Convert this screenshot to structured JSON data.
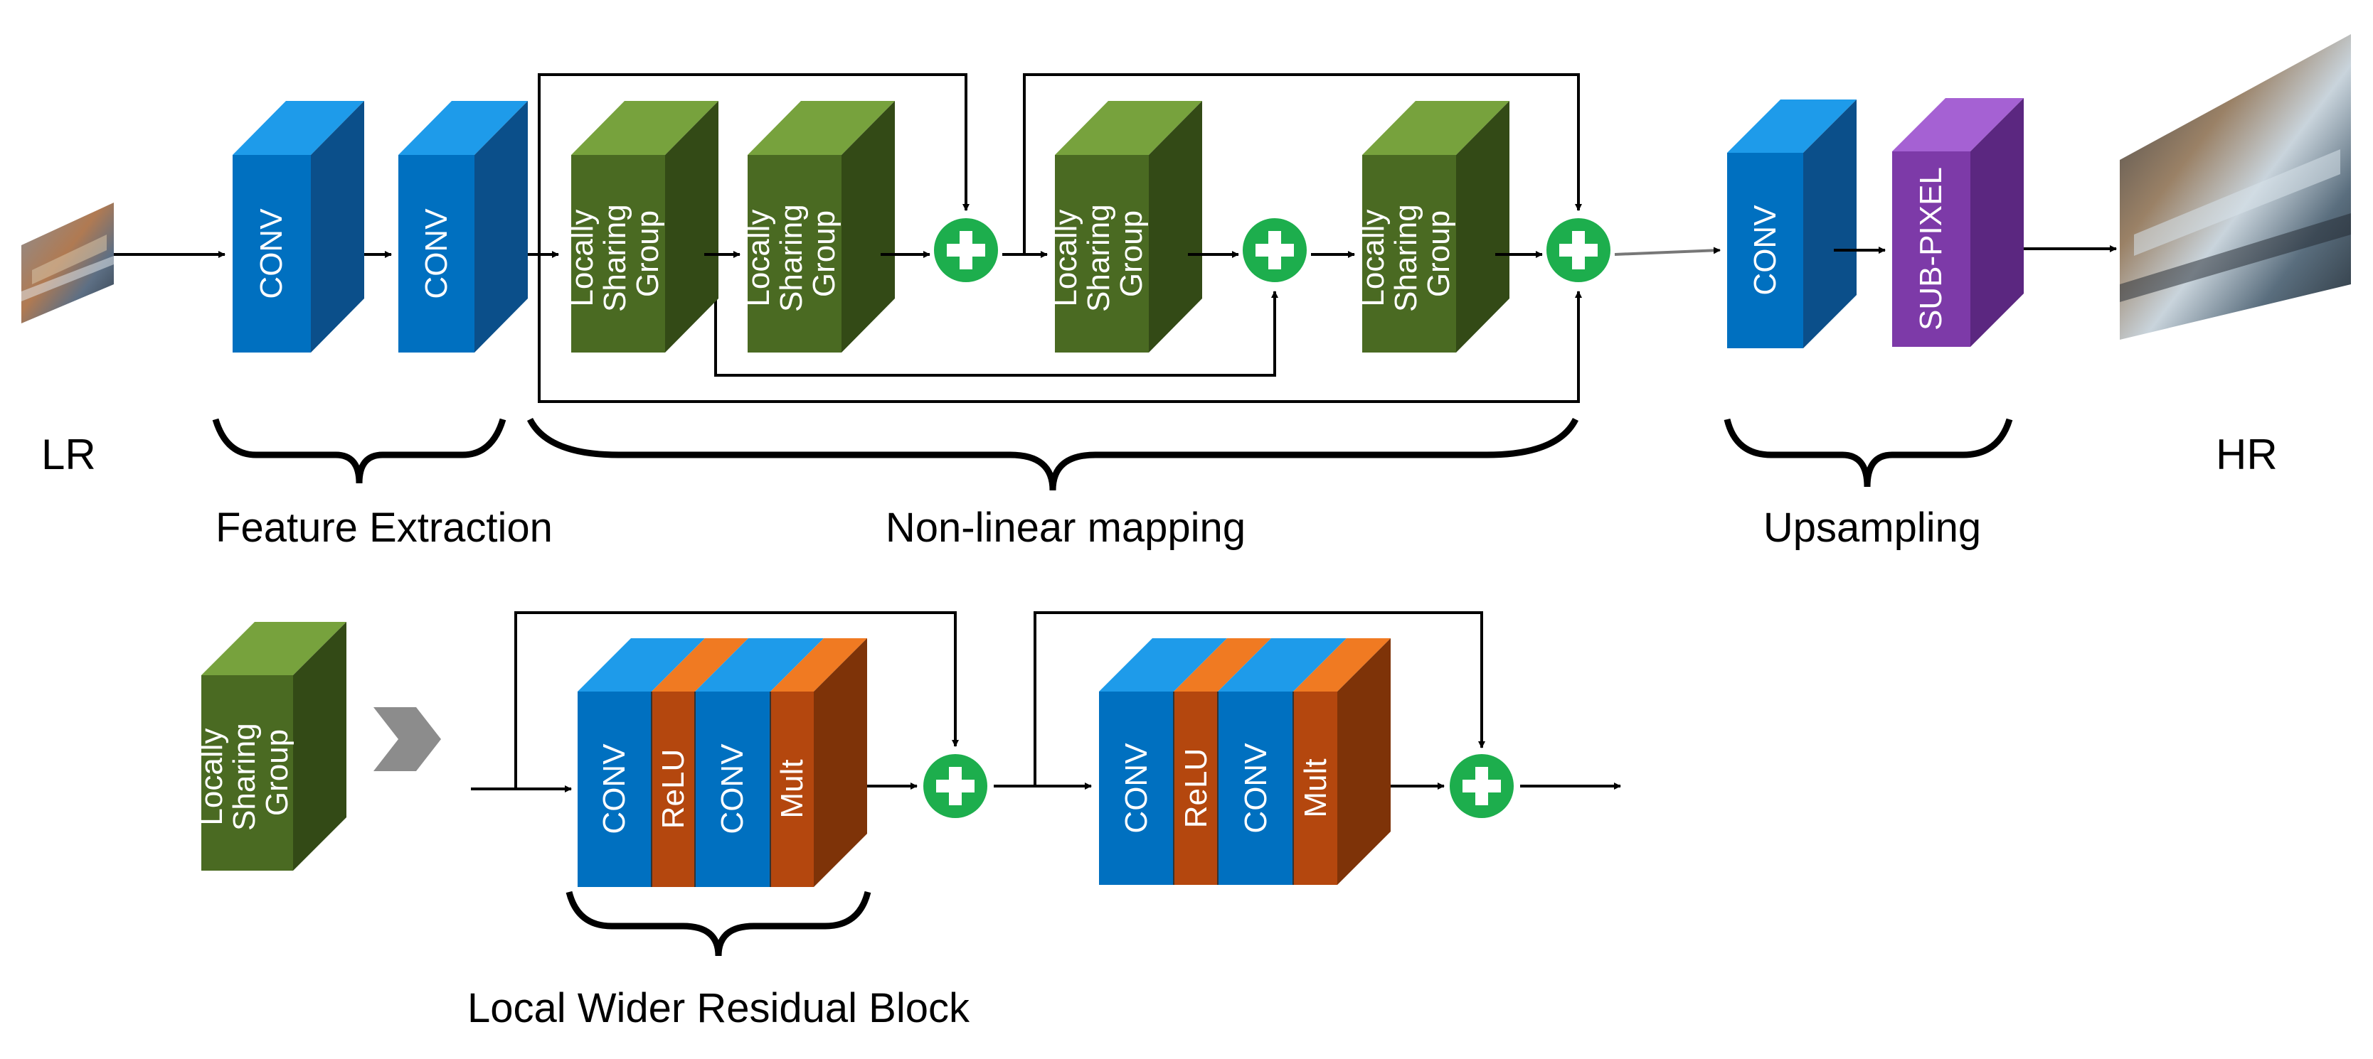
{
  "labels": {
    "lr": "LR",
    "hr": "HR",
    "feature_extraction": "Feature Extraction",
    "non_linear_mapping": "Non-linear mapping",
    "upsampling": "Upsampling",
    "local_wider_residual_block": "Local Wider Residual Block"
  },
  "blocks": {
    "conv": "CONV",
    "subpixel": "SUB-PIXEL",
    "relu": "ReLU",
    "mult": "Mult",
    "lsg_line1": "Locally",
    "lsg_line2": "Sharing",
    "lsg_line3": "Group"
  },
  "colors": {
    "conv_front": "#0070C0",
    "conv_top": "#1E9BEA",
    "conv_side": "#0B4F8A",
    "lsg_front": "#4A6A22",
    "lsg_top": "#77A23D",
    "lsg_side": "#334A16",
    "subpixel_front": "#7D3AA8",
    "subpixel_top": "#A561D3",
    "subpixel_side": "#5B2780",
    "relu_front": "#B4470E",
    "relu_top": "#F07A22",
    "relu_side": "#7E3308",
    "plus_fill": "#1DAE4D",
    "chevron": "#8C8C8C"
  },
  "icons": {
    "add": "plus-circle-icon",
    "next": "chevron-right-icon",
    "lr_image": "landscape-thumbnail-icon",
    "hr_image": "landscape-thumbnail-icon"
  }
}
